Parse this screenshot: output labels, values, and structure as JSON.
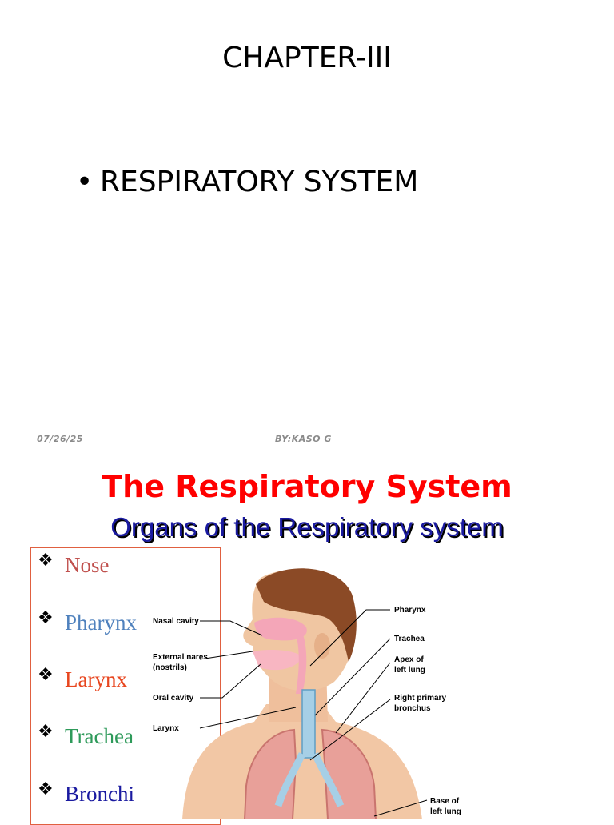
{
  "slide1": {
    "title": "CHAPTER-III",
    "bullet": "RESPIRATORY SYSTEM",
    "footer_date": "07/26/25",
    "footer_author": "BY:KASO G"
  },
  "slide2": {
    "title": "The Respiratory System",
    "subtitle": "Organs of the Respiratory system",
    "organs": [
      {
        "label": "Nose",
        "color": "#c0504d"
      },
      {
        "label": "Pharynx",
        "color": "#4f81bd"
      },
      {
        "label": "Larynx",
        "color": "#e8461f"
      },
      {
        "label": "Trachea",
        "color": "#2e9a5a"
      },
      {
        "label": "Bronchi",
        "color": "#1a1aa0"
      }
    ],
    "diagram_labels": {
      "nasal_cavity": "Nasal cavity",
      "external_nares": "External nares",
      "nostrils": "(nostrils)",
      "oral_cavity": "Oral cavity",
      "larynx": "Larynx",
      "pharynx": "Pharynx",
      "trachea": "Trachea",
      "apex1": "Apex of",
      "apex2": "left lung",
      "bronchus1": "Right primary",
      "bronchus2": "bronchus",
      "base1": "Base of",
      "base2": "left lung"
    }
  }
}
